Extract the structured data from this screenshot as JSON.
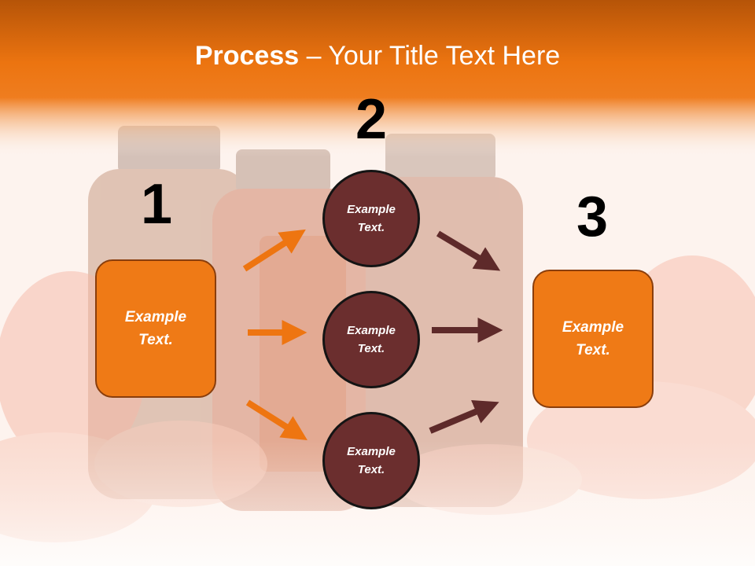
{
  "title": {
    "bold": "Process",
    "rest": " – Your Title Text Here"
  },
  "colors": {
    "header_orange": "#ee7511",
    "box_fill": "#ef7a16",
    "circle_fill": "#6b2e2e",
    "orange_arrow": "#ee7511",
    "maroon_arrow": "#5e2a2a"
  },
  "steps": {
    "step1": {
      "number": "1",
      "text": "Example\nText."
    },
    "step2": {
      "number": "2",
      "circles": [
        {
          "text": "Example\nText."
        },
        {
          "text": "Example\nText."
        },
        {
          "text": "Example\nText."
        }
      ]
    },
    "step3": {
      "number": "3",
      "text": "Example\nText."
    }
  }
}
